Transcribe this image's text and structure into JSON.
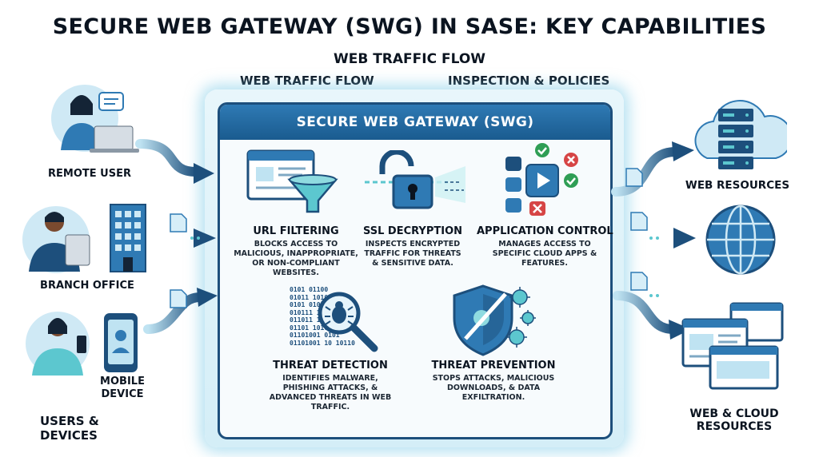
{
  "title": "SECURE WEB GATEWAY (SWG) IN SASE: KEY CAPABILITIES",
  "subtitle": "WEB TRAFFIC FLOW",
  "flow_label_left": "WEB TRAFFIC FLOW",
  "flow_label_right": "INSPECTION & POLICIES",
  "panel_title": "SECURE WEB GATEWAY (SWG)",
  "users": {
    "remote_user": "REMOTE USER",
    "branch_office": "BRANCH OFFICE",
    "mobile_device": "MOBILE DEVICE",
    "group_label": "USERS & DEVICES"
  },
  "capabilities": [
    {
      "title": "URL FILTERING",
      "desc": "BLOCKS ACCESS TO MALICIOUS, INAPPROPRIATE, OR NON-COMPLIANT WEBSITES."
    },
    {
      "title": "SSL DECRYPTION",
      "desc": "INSPECTS ENCRYPTED TRAFFIC FOR THREATS & SENSITIVE DATA."
    },
    {
      "title": "APPLICATION CONTROL",
      "desc": "MANAGES ACCESS TO SPECIFIC CLOUD APPS & FEATURES."
    },
    {
      "title": "THREAT DETECTION",
      "desc": "IDENTIFIES MALWARE, PHISHING ATTACKS, & ADVANCED THREATS IN WEB TRAFFIC."
    },
    {
      "title": "THREAT PREVENTION",
      "desc": "STOPS ATTACKS, MALICIOUS DOWNLOADS, & DATA EXFILTRATION."
    }
  ],
  "binary_lines": [
    "0101 01100",
    "01011 1010001",
    "0101 010001",
    "010111 10101",
    "011011 1010",
    "01101 10101",
    "01101001 0101",
    "01101001 10 10110"
  ],
  "destinations": {
    "web_resources": "WEB RESOURCES",
    "web_cloud_resources": "WEB & CLOUD RESOURCES"
  },
  "colors": {
    "navy": "#1d4f7c",
    "blue": "#2f7ab4",
    "light_blue": "#bfe3f2",
    "teal": "#5cc7cf",
    "red": "#d64545",
    "green": "#2f9e55"
  }
}
